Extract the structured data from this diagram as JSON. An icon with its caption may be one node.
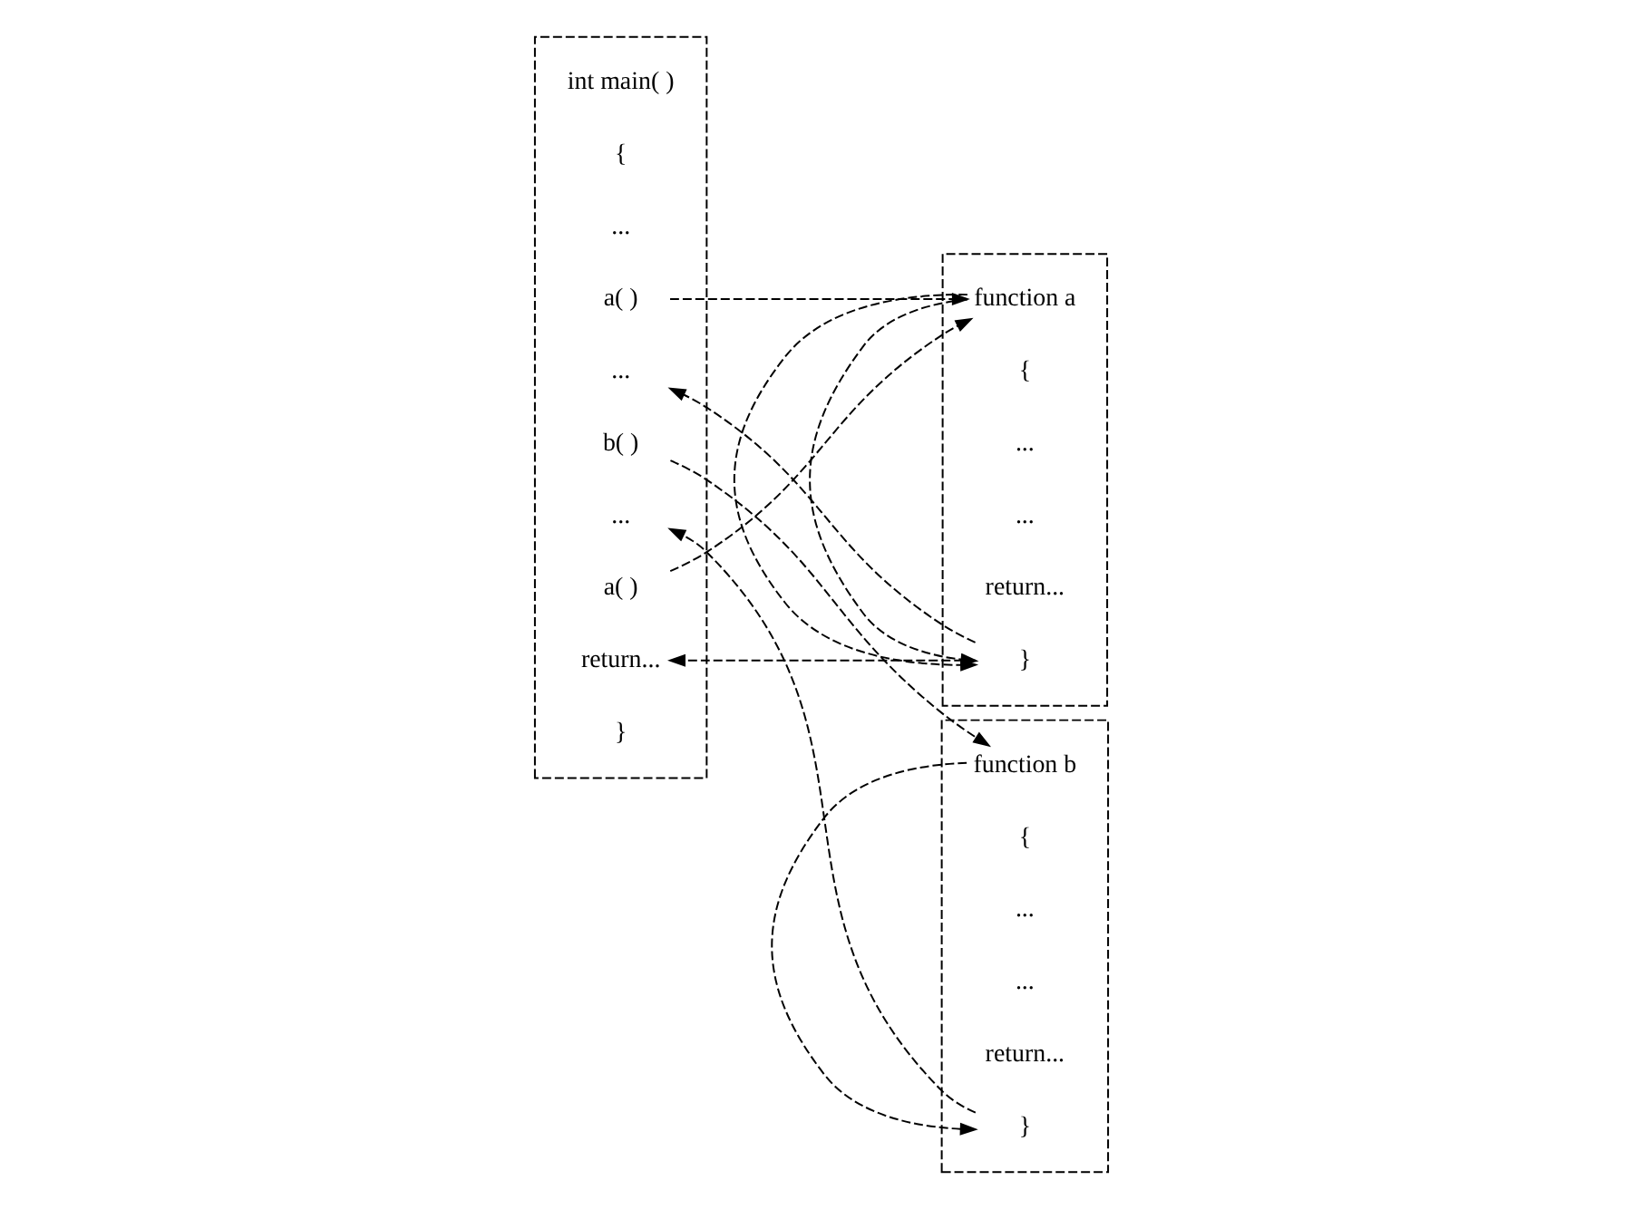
{
  "diagram": {
    "nodes": [
      {
        "text": [],
        "shape": "box"
      },
      {
        "text": [
          "int main( )"
        ],
        "in": 0
      },
      {
        "text": [
          "{"
        ],
        "in": 0
      },
      {
        "text": [
          "..."
        ],
        "in": 0
      },
      {
        "text": [
          "a( )"
        ],
        "in": 0
      },
      {
        "text": [
          "..."
        ],
        "in": 0
      },
      {
        "text": [
          "b( )"
        ],
        "in": 0
      },
      {
        "text": [
          "..."
        ],
        "in": 0
      },
      {
        "text": [
          "a( )"
        ],
        "in": 0
      },
      {
        "text": [
          "return..."
        ],
        "in": 0
      },
      {
        "text": [
          "}"
        ],
        "in": 0
      },
      {
        "text": [],
        "shape": "box"
      },
      {
        "text": [
          "function a"
        ],
        "in": 11
      },
      {
        "text": [
          "{"
        ],
        "in": 11
      },
      {
        "text": [
          "..."
        ],
        "in": 11
      },
      {
        "text": [
          "..."
        ],
        "in": 11
      },
      {
        "text": [
          "return..."
        ],
        "in": 11
      },
      {
        "text": [
          "}"
        ],
        "in": 11
      },
      {
        "text": [],
        "shape": "box"
      },
      {
        "text": [
          "function b"
        ],
        "in": 18
      },
      {
        "text": [
          "{"
        ],
        "in": 18
      },
      {
        "text": [
          "..."
        ],
        "in": 18
      },
      {
        "text": [
          "..."
        ],
        "in": 18
      },
      {
        "text": [
          "return..."
        ],
        "in": 18
      },
      {
        "text": [
          "}"
        ],
        "in": 18
      }
    ],
    "edges": [
      {
        "from": 4,
        "to": 12,
        "arrow": "to",
        "style": "dashed"
      },
      {
        "from": 8,
        "to": 12,
        "arrow": "to",
        "style": "dashed"
      },
      {
        "from": 12,
        "to": 17,
        "arrow": "to",
        "style": "dashed"
      },
      {
        "from": 12,
        "to": 17,
        "arrow": "to",
        "style": "dashed"
      },
      {
        "from": 17,
        "to": 5,
        "arrow": "to",
        "style": "dashed"
      },
      {
        "from": 17,
        "to": 9,
        "arrow": "to",
        "style": "dashed"
      },
      {
        "from": 6,
        "to": 19,
        "arrow": "to",
        "style": "dashed"
      },
      {
        "from": 19,
        "to": 24,
        "arrow": "to",
        "style": "dashed"
      },
      {
        "from": 24,
        "to": 7,
        "arrow": "to",
        "style": "dashed"
      }
    ]
  }
}
